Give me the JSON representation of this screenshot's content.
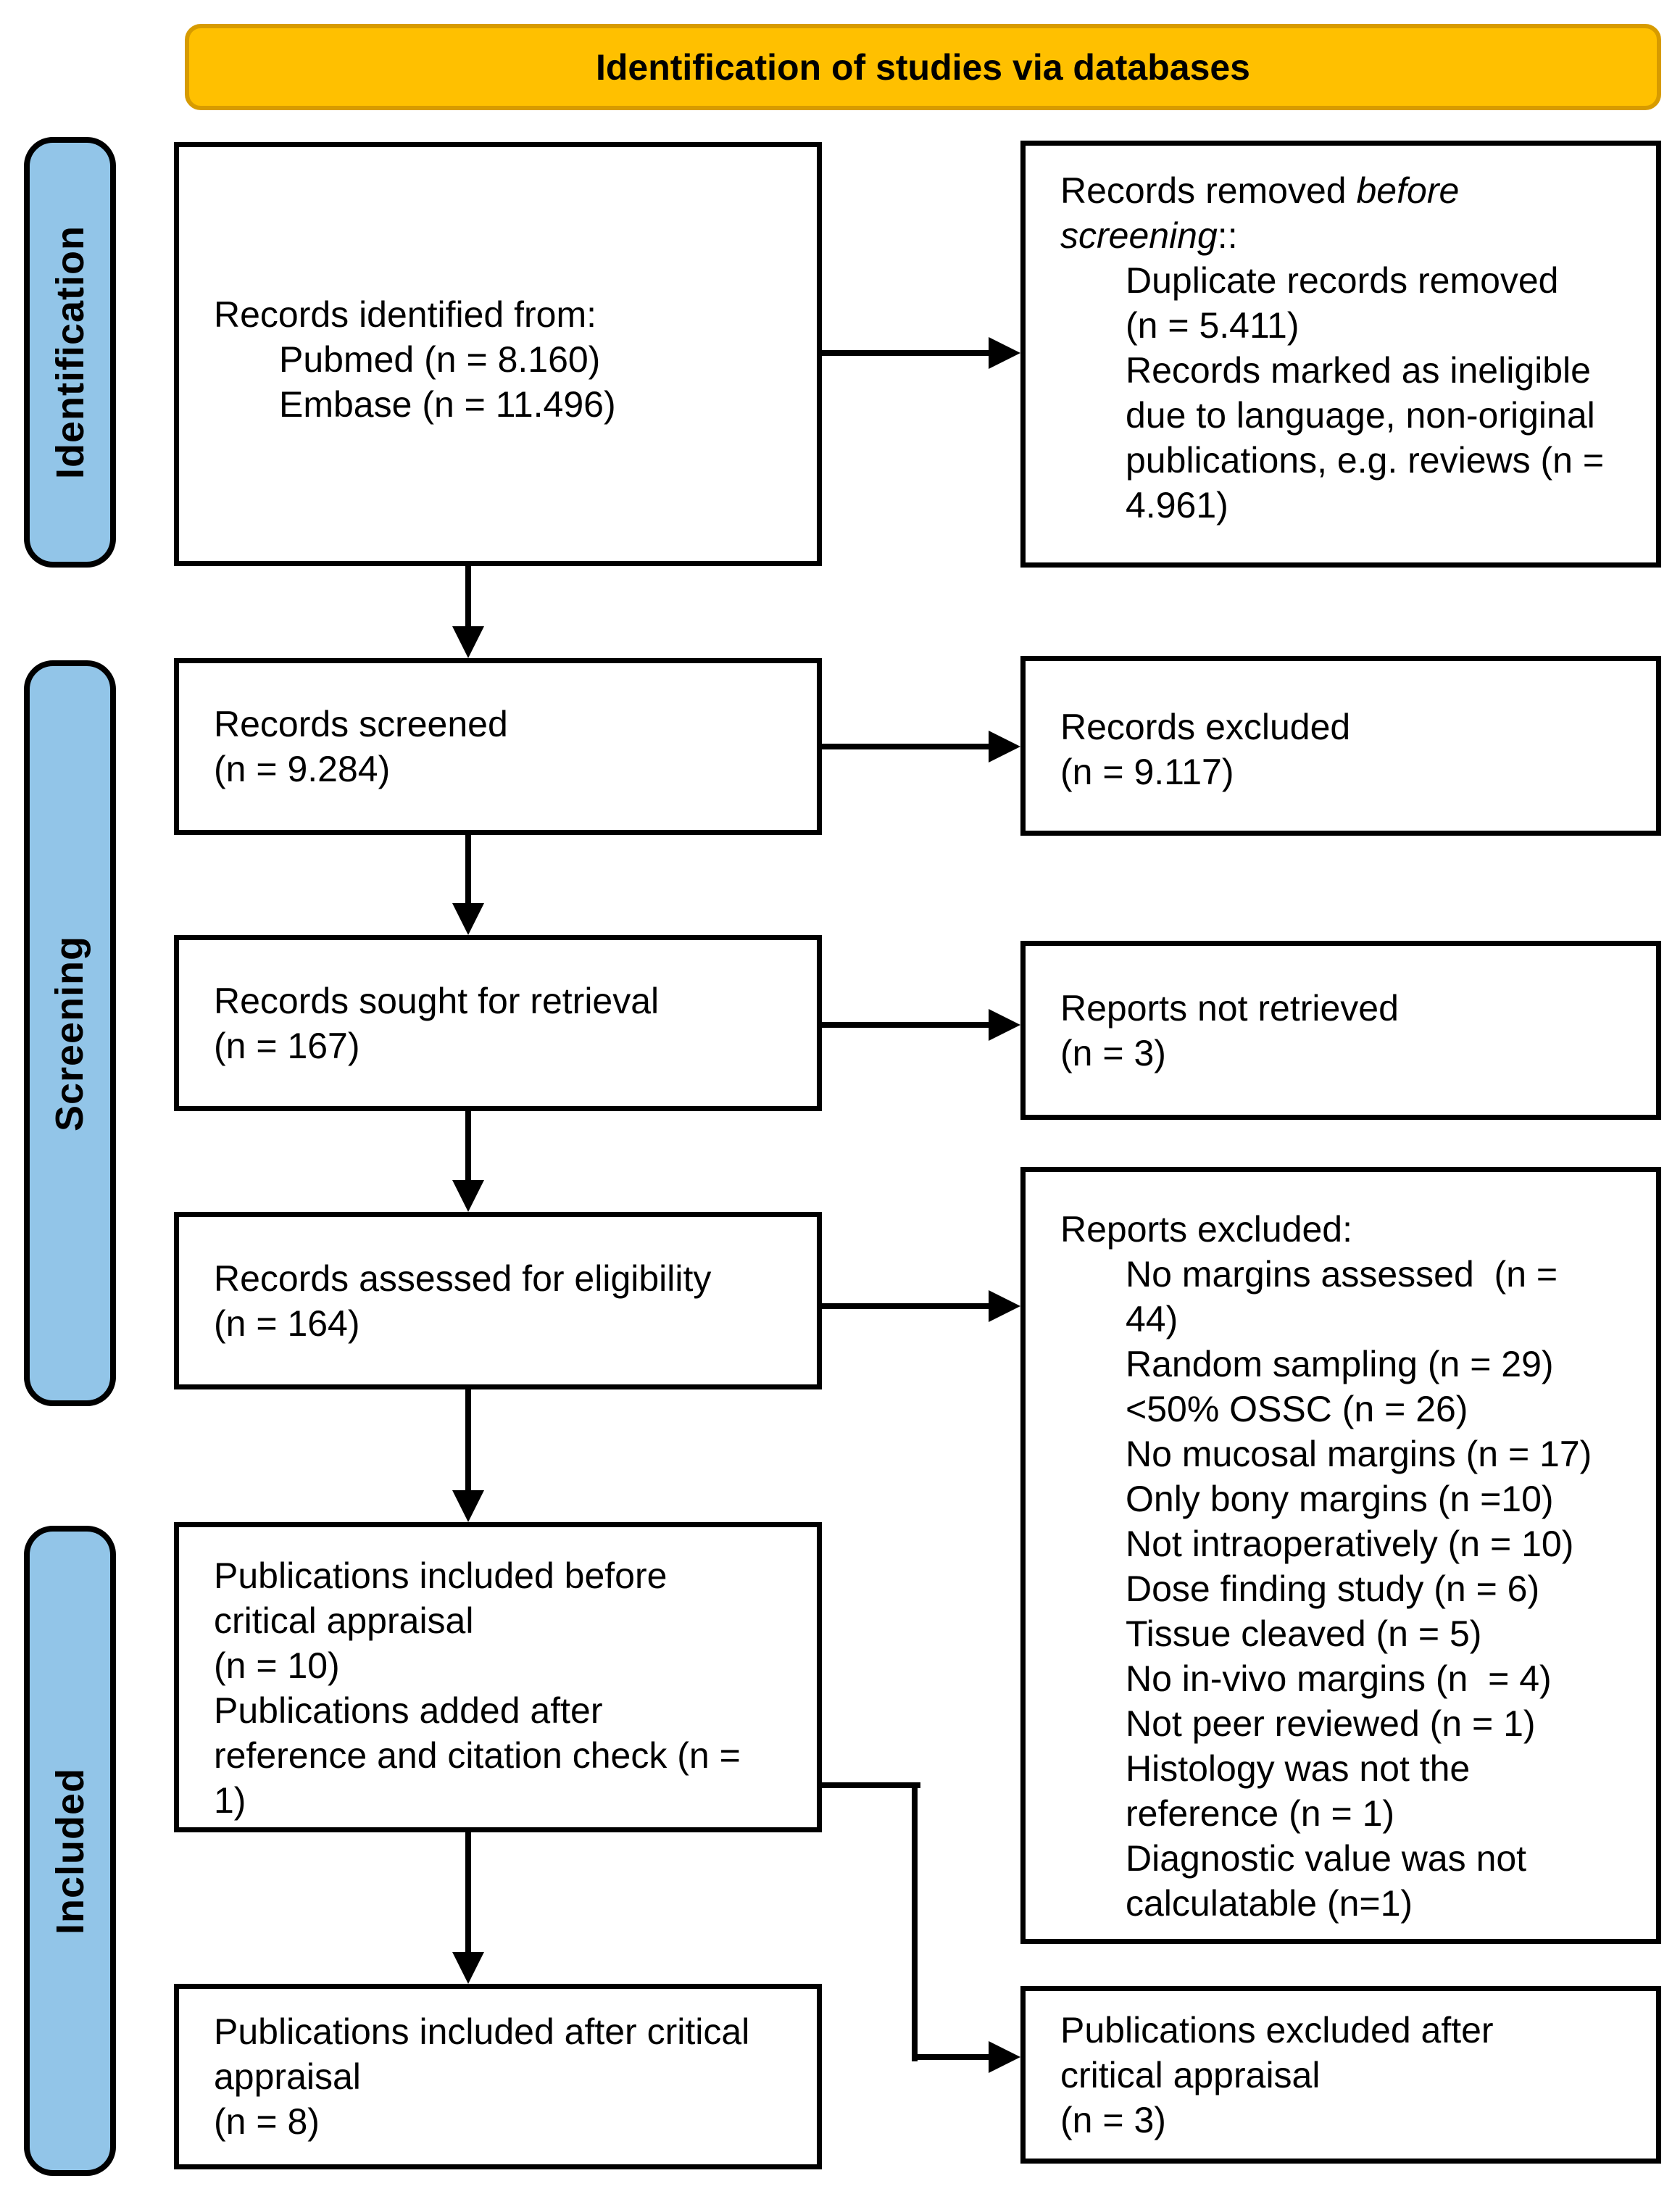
{
  "title": "Identification of studies via databases",
  "colors": {
    "banner_fill": "#FFC000",
    "banner_border": "#D79B00",
    "stage_fill": "#92C5E8",
    "line_color": "#000000"
  },
  "stages": {
    "identification": "Identification",
    "screening": "Screening",
    "included": "Included"
  },
  "boxes": {
    "records_identified": {
      "lines": [
        {
          "t": "Records identified from:"
        },
        {
          "t": "Pubmed (n = 8.160)",
          "ind": 1
        },
        {
          "t": "Embase (n = 11.496)",
          "ind": 1
        }
      ]
    },
    "records_removed": {
      "lines": [
        {
          "parts": [
            {
              "t": "Records removed "
            },
            {
              "t": "before",
              "i": true
            }
          ]
        },
        {
          "parts": [
            {
              "t": "screening",
              "i": true
            },
            {
              "t": "::"
            }
          ]
        },
        {
          "t": "Duplicate records removed",
          "ind": 1
        },
        {
          "t": "(n = 5.411)",
          "ind": 1
        },
        {
          "t": "Records marked as ineligible",
          "ind": 1
        },
        {
          "t": "due to language, non-original",
          "ind": 1
        },
        {
          "t": "publications, e.g. reviews (n =",
          "ind": 1
        },
        {
          "t": "4.961)",
          "ind": 1
        }
      ]
    },
    "records_screened": {
      "lines": [
        {
          "t": "Records screened"
        },
        {
          "t": "(n = 9.284)"
        }
      ]
    },
    "records_excluded": {
      "lines": [
        {
          "t": "Records excluded"
        },
        {
          "t": "(n = 9.117)"
        }
      ]
    },
    "records_sought": {
      "lines": [
        {
          "t": "Records sought for retrieval"
        },
        {
          "t": "(n = 167)"
        }
      ]
    },
    "reports_not_retrieved": {
      "lines": [
        {
          "t": "Reports not retrieved"
        },
        {
          "t": "(n = 3)"
        }
      ]
    },
    "records_assessed": {
      "lines": [
        {
          "t": "Records assessed for eligibility"
        },
        {
          "t": "(n = 164)"
        }
      ]
    },
    "reports_excluded": {
      "lines": [
        {
          "t": "Reports excluded:"
        },
        {
          "t": "No margins assessed  (n =",
          "ind": 1
        },
        {
          "t": "44)",
          "ind": 1
        },
        {
          "t": "Random sampling (n = 29)",
          "ind": 1
        },
        {
          "t": "<50% OSSC (n = 26)",
          "ind": 1
        },
        {
          "t": "No mucosal margins (n = 17)",
          "ind": 1
        },
        {
          "t": "Only bony margins (n =10)",
          "ind": 1
        },
        {
          "t": "Not intraoperatively (n = 10)",
          "ind": 1
        },
        {
          "t": "Dose finding study (n = 6)",
          "ind": 1
        },
        {
          "t": "Tissue cleaved (n = 5)",
          "ind": 1
        },
        {
          "t": "No in-vivo margins (n  = 4)",
          "ind": 1
        },
        {
          "t": "Not peer reviewed (n = 1)",
          "ind": 1
        },
        {
          "t": "Histology was not the",
          "ind": 1
        },
        {
          "t": "reference (n = 1)",
          "ind": 1
        },
        {
          "t": "Diagnostic value was not",
          "ind": 1
        },
        {
          "t": "calculatable (n=1)",
          "ind": 1
        }
      ]
    },
    "pubs_included_before": {
      "lines": [
        {
          "t": "Publications included before"
        },
        {
          "t": "critical appraisal"
        },
        {
          "t": "(n = 10)"
        },
        {
          "t": "Publications added after"
        },
        {
          "t": "reference and citation check (n ="
        },
        {
          "t": "1)"
        }
      ]
    },
    "pubs_included_after": {
      "lines": [
        {
          "t": "Publications included after critical"
        },
        {
          "t": "appraisal"
        },
        {
          "t": "(n = 8)"
        }
      ]
    },
    "pubs_excluded_after": {
      "lines": [
        {
          "t": "Publications excluded after"
        },
        {
          "t": "critical appraisal"
        },
        {
          "t": "(n = 3)"
        }
      ]
    }
  }
}
